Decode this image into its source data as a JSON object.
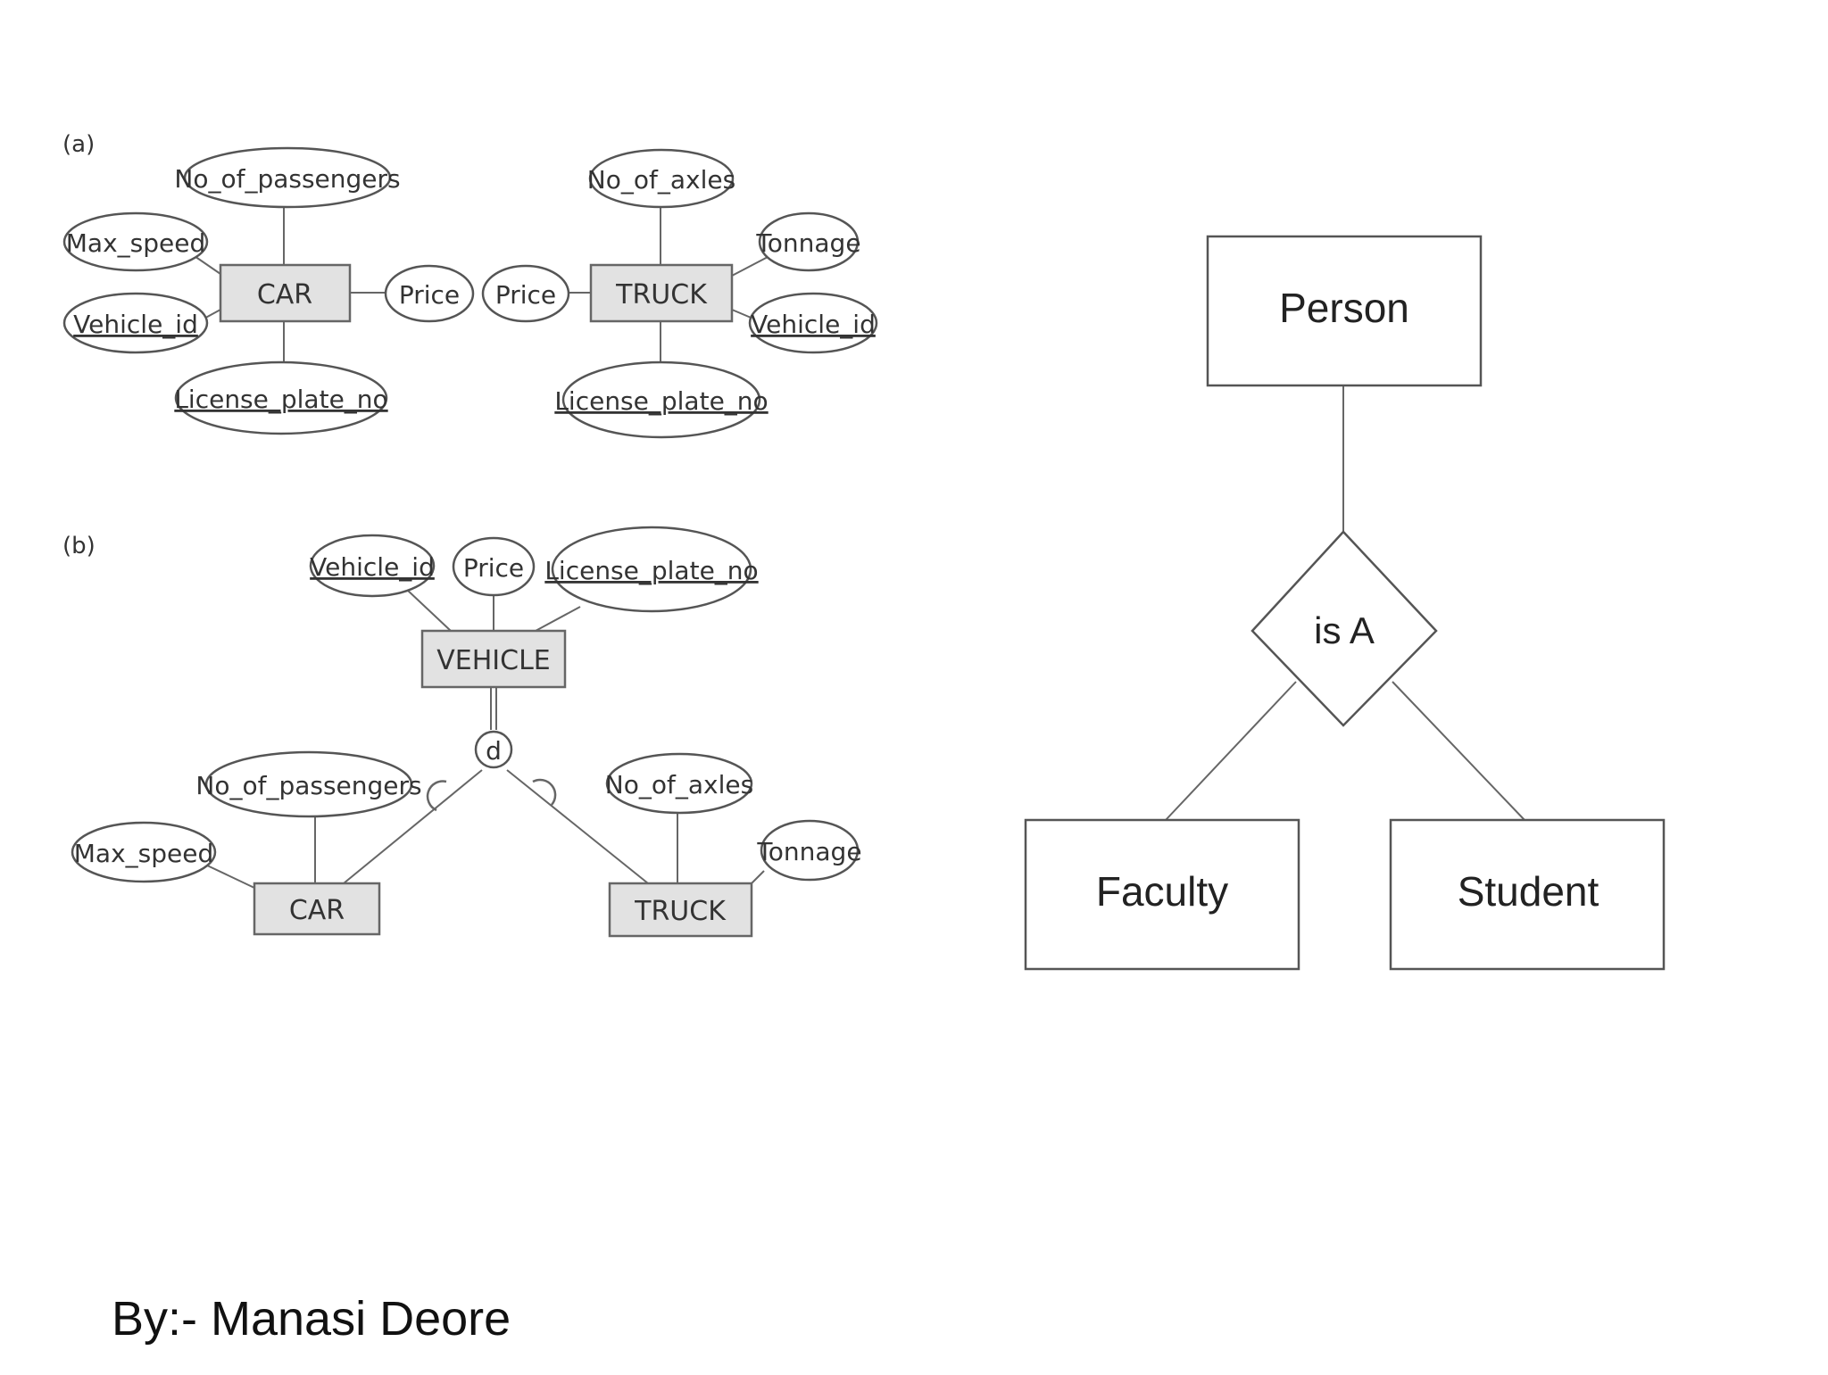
{
  "figure_a": {
    "label": "(a)",
    "car": {
      "name": "CAR",
      "attributes": [
        "No_of_passengers",
        "Max_speed",
        "Vehicle_id",
        "License_plate_no",
        "Price"
      ]
    },
    "truck": {
      "name": "TRUCK",
      "attributes": [
        "No_of_axles",
        "Tonnage",
        "Vehicle_id",
        "License_plate_no",
        "Price"
      ]
    }
  },
  "figure_b": {
    "label": "(b)",
    "superclass": {
      "name": "VEHICLE",
      "attributes": [
        "Vehicle_id",
        "Price",
        "License_plate_no"
      ]
    },
    "disjoint_symbol": "d",
    "car": {
      "name": "CAR",
      "attributes": [
        "No_of_passengers",
        "Max_speed"
      ]
    },
    "truck": {
      "name": "TRUCK",
      "attributes": [
        "No_of_axles",
        "Tonnage"
      ]
    }
  },
  "isa_diagram": {
    "superclass": "Person",
    "relationship": "is A",
    "subclasses": [
      "Faculty",
      "Student"
    ]
  },
  "author": "By:- Manasi Deore"
}
